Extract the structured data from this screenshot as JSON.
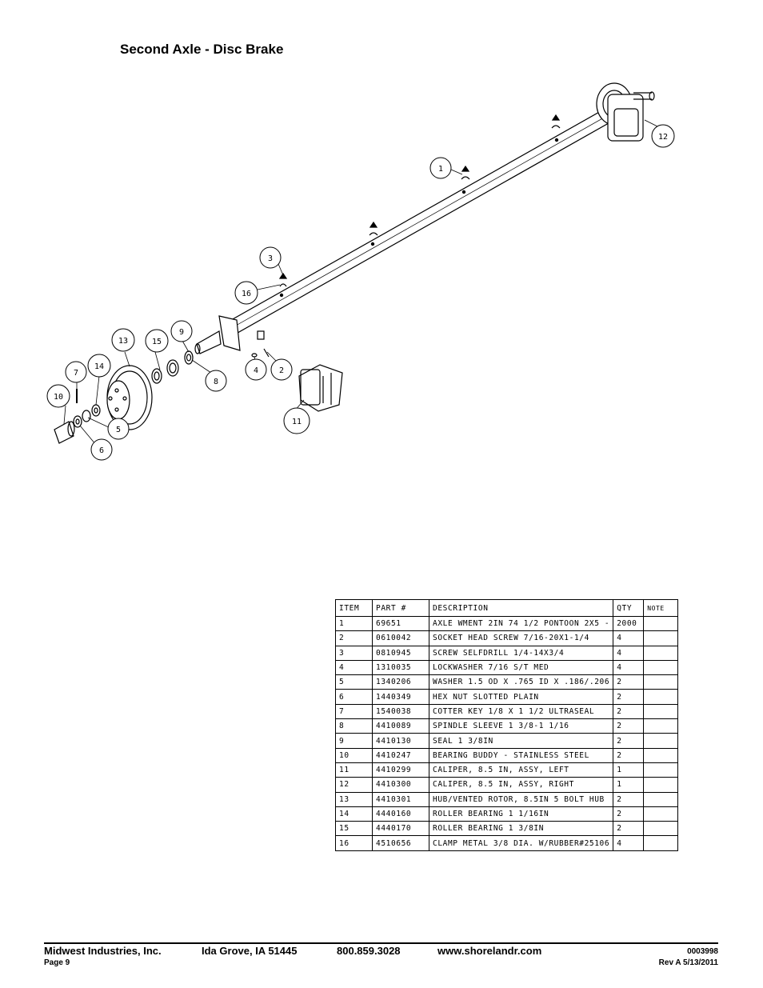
{
  "page": {
    "title": "Second Axle - Disc Brake"
  },
  "callouts": [
    "1",
    "2",
    "3",
    "4",
    "5",
    "6",
    "7",
    "8",
    "9",
    "10",
    "11",
    "12",
    "13",
    "14",
    "15",
    "16"
  ],
  "parts_table": {
    "headers": {
      "item": "ITEM",
      "part": "PART #",
      "description": "DESCRIPTION",
      "qty": "QTY",
      "note": "NOTE"
    },
    "rows": [
      {
        "item": "1",
        "part": "69651",
        "description": "AXLE WMENT 2IN  74 1/2 PONTOON 2X5 -",
        "qty": "2000",
        "note": ""
      },
      {
        "item": "2",
        "part": "0610042",
        "description": "SOCKET HEAD SCREW 7/16-20X1-1/4",
        "qty": "4",
        "note": ""
      },
      {
        "item": "3",
        "part": "0810945",
        "description": "SCREW SELFDRILL  1/4-14X3/4",
        "qty": "4",
        "note": ""
      },
      {
        "item": "4",
        "part": "1310035",
        "description": "LOCKWASHER 7/16 S/T MED",
        "qty": "4",
        "note": ""
      },
      {
        "item": "5",
        "part": "1340206",
        "description": "WASHER 1.5 OD X .765 ID X .186/.206",
        "qty": "2",
        "note": ""
      },
      {
        "item": "6",
        "part": "1440349",
        "description": "HEX NUT SLOTTED PLAIN",
        "qty": "2",
        "note": ""
      },
      {
        "item": "7",
        "part": "1540038",
        "description": "COTTER KEY 1/8 X 1 1/2 ULTRASEAL",
        "qty": "2",
        "note": ""
      },
      {
        "item": "8",
        "part": "4410089",
        "description": "SPINDLE SLEEVE  1 3/8-1 1/16",
        "qty": "2",
        "note": ""
      },
      {
        "item": "9",
        "part": "4410130",
        "description": "SEAL  1 3/8IN",
        "qty": "2",
        "note": ""
      },
      {
        "item": "10",
        "part": "4410247",
        "description": "BEARING BUDDY - STAINLESS STEEL",
        "qty": "2",
        "note": ""
      },
      {
        "item": "11",
        "part": "4410299",
        "description": "CALIPER, 8.5 IN, ASSY, LEFT",
        "qty": "1",
        "note": ""
      },
      {
        "item": "12",
        "part": "4410300",
        "description": "CALIPER, 8.5 IN, ASSY, RIGHT",
        "qty": "1",
        "note": ""
      },
      {
        "item": "13",
        "part": "4410301",
        "description": "HUB/VENTED ROTOR, 8.5IN  5 BOLT HUB",
        "qty": "2",
        "note": ""
      },
      {
        "item": "14",
        "part": "4440160",
        "description": "ROLLER BEARING   1 1/16IN",
        "qty": "2",
        "note": ""
      },
      {
        "item": "15",
        "part": "4440170",
        "description": "ROLLER BEARING   1 3/8IN",
        "qty": "2",
        "note": ""
      },
      {
        "item": "16",
        "part": "4510656",
        "description": "CLAMP METAL 3/8 DIA. W/RUBBER#25106",
        "qty": "4",
        "note": ""
      }
    ]
  },
  "footer": {
    "company": "Midwest Industries, Inc.",
    "location": "Ida Grove, IA  51445",
    "phone": "800.859.3028",
    "website": "www.shorelandr.com",
    "page": "Page 9",
    "doc_number": "0003998",
    "revision": "Rev A  5/13/2011"
  }
}
